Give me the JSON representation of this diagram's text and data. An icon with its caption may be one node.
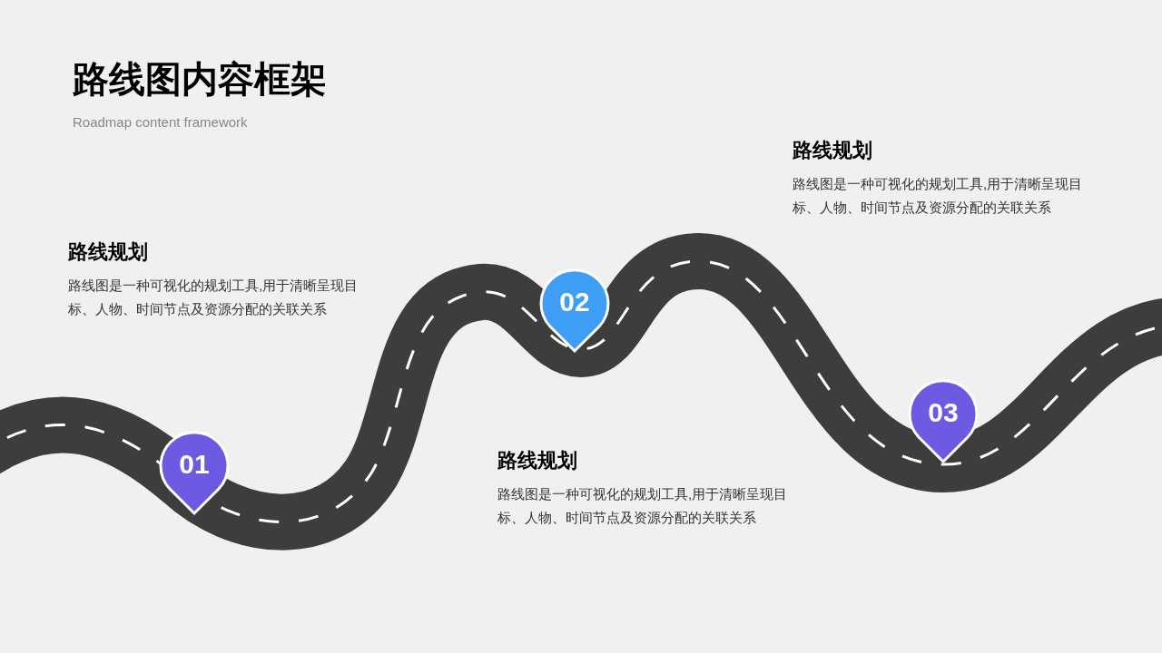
{
  "diagram": {
    "title": "路线图内容框架",
    "nodes": [
      {
        "text": [
          "01"
        ],
        "beside": [
          "路线规划",
          "路线图是一种可视化的规划工具,用于清晰呈现目标、人物、时间节点及资源分配的关联关系"
        ]
      },
      {
        "text": [
          "02"
        ],
        "beside": [
          "路线规划",
          "路线图是一种可视化的规划工具,用于清晰呈现目标、人物、时间节点及资源分配的关联关系"
        ]
      },
      {
        "text": [
          "03"
        ],
        "beside": [
          "路线规划",
          "路线图是一种可视化的规划工具,用于清晰呈现目标、人物、时间节点及资源分配的关联关系"
        ]
      }
    ],
    "labels": [
      "Roadmap content framework"
    ]
  }
}
